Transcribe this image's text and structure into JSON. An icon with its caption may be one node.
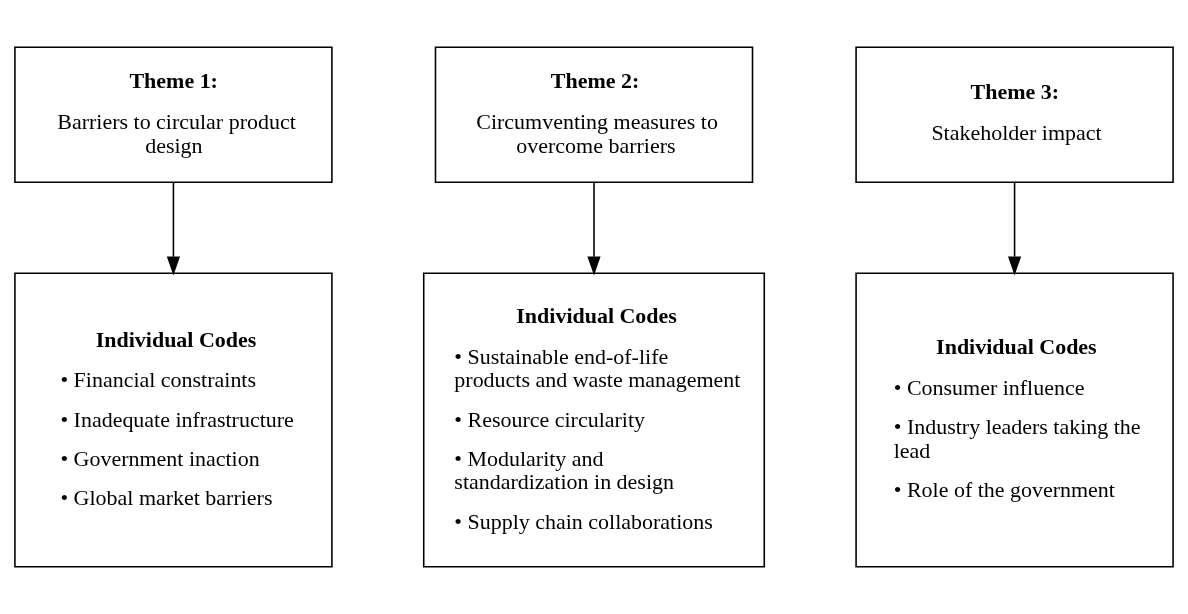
{
  "diagram": {
    "nodes": [
      {
        "text": [
          "Theme 1:",
          "Barriers to circular product design"
        ]
      },
      {
        "text": [
          "Individual Codes",
          "• Financial constraints",
          "• Inadequate infrastructure",
          "• Government inaction",
          "• Global market barriers"
        ]
      },
      {
        "text": [
          "Theme 2:",
          "Circumventing measures to overcome barriers"
        ]
      },
      {
        "text": [
          "Individual Codes",
          "• Sustainable end-of-life products and waste management",
          "• Resource circularity",
          "• Modularity and standardization in design",
          "• Supply chain collaborations"
        ]
      },
      {
        "text": [
          "Theme 3:",
          "Stakeholder impact"
        ]
      },
      {
        "text": [
          "Individual Codes",
          "• Consumer influence",
          "• Industry leaders taking the lead",
          "• Role of the government"
        ]
      }
    ],
    "edges": [
      {
        "from": 0,
        "to": 1,
        "arrow": "to"
      },
      {
        "from": 2,
        "to": 3,
        "arrow": "to"
      },
      {
        "from": 4,
        "to": 5,
        "arrow": "to"
      }
    ]
  }
}
